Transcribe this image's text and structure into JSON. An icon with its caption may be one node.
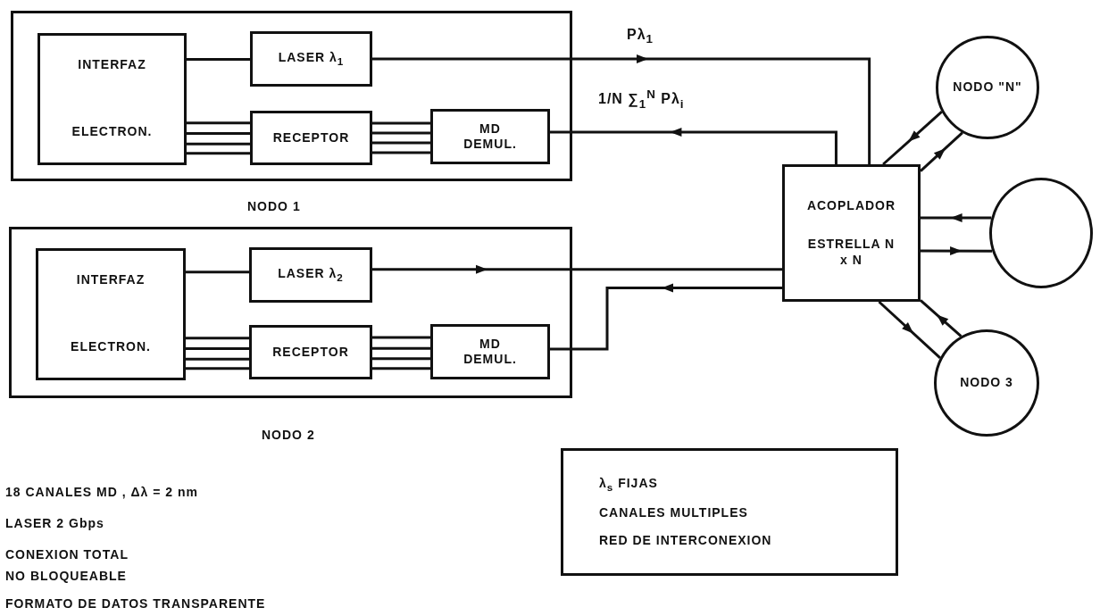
{
  "diagram": {
    "nodes": [
      {
        "text": [
          "NODO 1"
        ]
      },
      {
        "text": [
          "INTERFAZ",
          "ELECTRON."
        ],
        "in": 0
      },
      {
        "text": [
          "LASER λ$_{1}$"
        ],
        "in": 0
      },
      {
        "text": [
          "RECEPTOR"
        ],
        "in": 0
      },
      {
        "text": [
          "MD DEMUL."
        ],
        "in": 0
      },
      {
        "text": [
          "NODO 2"
        ]
      },
      {
        "text": [
          "INTERFAZ",
          "ELECTRON."
        ],
        "in": 5
      },
      {
        "text": [
          "LASER λ$_{2}$"
        ],
        "in": 5
      },
      {
        "text": [
          "RECEPTOR"
        ],
        "in": 5
      },
      {
        "text": [
          "MD DEMUL."
        ],
        "in": 5
      },
      {
        "text": [
          "ACOPLADOR",
          "ESTRELLA N x N"
        ]
      },
      {
        "text": [
          "NODO \"N\""
        ]
      },
      {
        "text": [],
        "shape": "circle"
      },
      {
        "text": [
          "NODO 3"
        ]
      },
      {
        "text": [
          "λ$_{s}$ FIJAS",
          "CANALES MULTIPLES",
          "RED DE INTERCONEXION"
        ]
      }
    ],
    "edges": [
      {
        "from": 1,
        "to": 2,
        "arrow": "none"
      },
      {
        "from": 1,
        "to": 3,
        "arrow": "none"
      },
      {
        "from": 3,
        "to": 4,
        "arrow": "none"
      },
      {
        "from": 2,
        "to": 10,
        "arrow": "to",
        "label": "Pλ$_{1}$"
      },
      {
        "from": 10,
        "to": 4,
        "arrow": "to",
        "label": "1/N ∑$_{1}$$^{N}$ Pλ$_{i}$"
      },
      {
        "from": 6,
        "to": 7,
        "arrow": "none"
      },
      {
        "from": 6,
        "to": 8,
        "arrow": "none"
      },
      {
        "from": 8,
        "to": 9,
        "arrow": "none"
      },
      {
        "from": 7,
        "to": 10,
        "arrow": "to"
      },
      {
        "from": 10,
        "to": 9,
        "arrow": "to"
      },
      {
        "from": 11,
        "to": 10,
        "arrow": "to"
      },
      {
        "from": 10,
        "to": 11,
        "arrow": "to"
      },
      {
        "from": 12,
        "to": 10,
        "arrow": "to"
      },
      {
        "from": 10,
        "to": 12,
        "arrow": "to"
      },
      {
        "from": 10,
        "to": 13,
        "arrow": "to"
      },
      {
        "from": 13,
        "to": 10,
        "arrow": "to"
      }
    ],
    "labels": [
      "18 CANALES MD , Δλ = 2 nm",
      "LASER 2 Gbps",
      "CONEXION TOTAL",
      "NO BLOQUEABLE",
      "FORMATO DE DATOS TRANSPARENTE"
    ]
  }
}
